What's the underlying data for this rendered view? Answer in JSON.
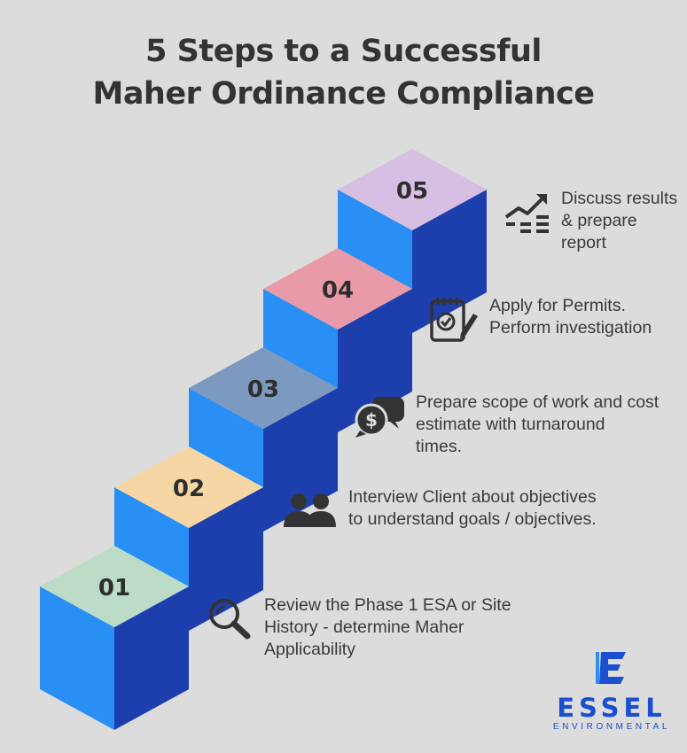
{
  "title": {
    "line1": "5 Steps to a Successful",
    "line2": "Maher Ordinance Compliance"
  },
  "colors": {
    "background": "#dcdcdc",
    "side_light": "#2a8ff4",
    "side_dark": "#1d3fae",
    "text": "#3a3a3a",
    "brand": "#1a4fd0"
  },
  "steps": [
    {
      "number": "01",
      "top_color": "#bcdcc8",
      "icon": "magnifier-icon",
      "lines": [
        "Review the Phase 1 ESA or Site",
        "History  - determine Maher",
        "Applicability"
      ]
    },
    {
      "number": "02",
      "top_color": "#f7d6a6",
      "icon": "users-icon",
      "lines": [
        "Interview Client about objectives",
        "to understand goals / objectives."
      ]
    },
    {
      "number": "03",
      "top_color": "#7c9ac0",
      "icon": "chat-dollar-icon",
      "lines": [
        "Prepare scope of work and cost",
        "estimate with turnaround",
        "times."
      ]
    },
    {
      "number": "04",
      "top_color": "#e99aa9",
      "icon": "clipboard-pencil-icon",
      "lines": [
        "Apply for Permits.",
        "Perform investigation"
      ]
    },
    {
      "number": "05",
      "top_color": "#d7bfe3",
      "icon": "trend-chart-icon",
      "lines": [
        "Discuss results",
        "& prepare",
        "report"
      ]
    }
  ],
  "brand": {
    "name": "ESSEL",
    "subtitle": "ENVIRONMENTAL"
  }
}
